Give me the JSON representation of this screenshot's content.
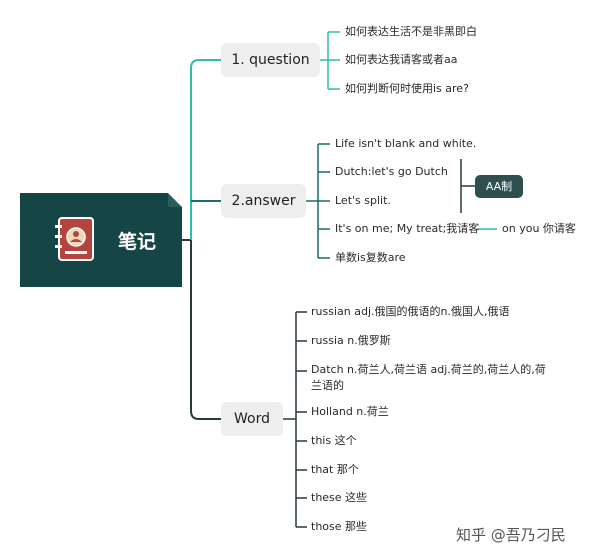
{
  "root": {
    "label": "笔记",
    "icon": "notebook-icon"
  },
  "branches": {
    "question": {
      "label": "1. question",
      "leaves": [
        "如何表达生活不是非黑即白",
        "如何表达我请客或者aa",
        "如何判断何时使用is are?"
      ]
    },
    "answer": {
      "label": "2.answer",
      "leaves": [
        "Life isn't blank and white.",
        "Dutch:let's go Dutch",
        "Let's split.",
        "It's on me; My treat;我请客",
        "单数is复数are"
      ],
      "group_label": "AA制",
      "on_me_extra": "on you 你请客"
    },
    "word": {
      "label": "Word",
      "leaves": [
        "russian adj.俄国的俄语的n.俄国人,俄语",
        "russia n.俄罗斯",
        "Datch n.荷兰人,荷兰语 adj.荷兰的,荷兰人的,荷兰语的",
        "Holland n.荷兰",
        "this 这个",
        "that 那个",
        "these 这些",
        "those 那些"
      ]
    }
  },
  "watermark": "知乎 @吾乃刁民",
  "colors": {
    "root_bg": "#154545",
    "teal_line": "#2bbfa8",
    "dark_teal_line": "#1f6b66",
    "dark_line": "#2a3a3a"
  }
}
